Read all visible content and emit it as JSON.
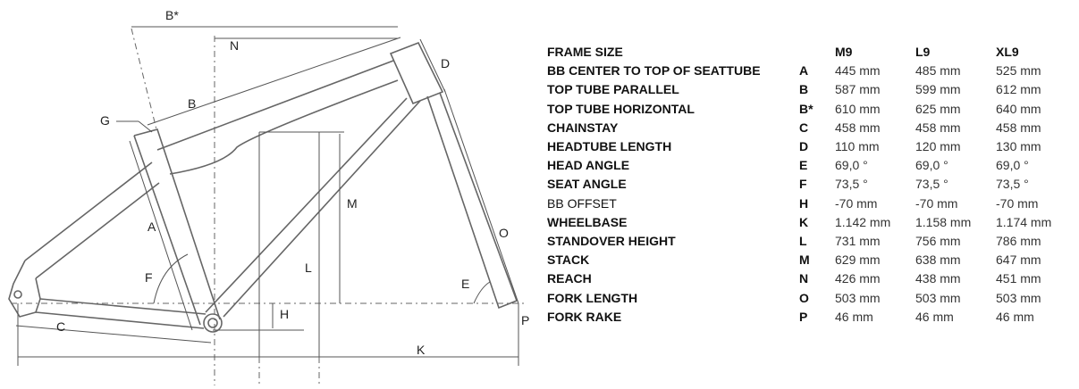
{
  "diagram": {
    "labels": {
      "b_star": "B*",
      "n": "N",
      "d": "D",
      "b": "B",
      "g": "G",
      "m": "M",
      "a": "A",
      "l": "L",
      "o": "O",
      "f": "F",
      "e": "E",
      "h": "H",
      "p": "P",
      "c": "C",
      "k": "K"
    }
  },
  "table": {
    "header": {
      "name": "FRAME SIZE",
      "letter": "",
      "sizes": [
        "M9",
        "L9",
        "XL9"
      ]
    },
    "rows": [
      {
        "name": "BB CENTER TO TOP OF SEATTUBE",
        "letter": "A",
        "values": [
          "445 mm",
          "485 mm",
          "525 mm"
        ]
      },
      {
        "name": "TOP TUBE PARALLEL",
        "letter": "B",
        "values": [
          "587 mm",
          "599 mm",
          "612 mm"
        ]
      },
      {
        "name": "TOP TUBE HORIZONTAL",
        "letter": "B*",
        "values": [
          "610 mm",
          "625 mm",
          "640 mm"
        ]
      },
      {
        "name": "CHAINSTAY",
        "letter": "C",
        "values": [
          "458 mm",
          "458 mm",
          "458 mm"
        ]
      },
      {
        "name": "HEADTUBE LENGTH",
        "letter": "D",
        "values": [
          "110 mm",
          "120 mm",
          "130 mm"
        ]
      },
      {
        "name": "HEAD ANGLE",
        "letter": "E",
        "values": [
          "69,0 °",
          "69,0 °",
          "69,0 °"
        ]
      },
      {
        "name": "SEAT ANGLE",
        "letter": "F",
        "values": [
          "73,5 °",
          "73,5 °",
          "73,5 °"
        ]
      },
      {
        "name": "BB OFFSET",
        "letter": "H",
        "values": [
          "-70 mm",
          "-70 mm",
          "-70 mm"
        ]
      },
      {
        "name": "WHEELBASE",
        "letter": "K",
        "values": [
          "1.142 mm",
          "1.158 mm",
          "1.174 mm"
        ]
      },
      {
        "name": "STANDOVER HEIGHT",
        "letter": "L",
        "values": [
          "731 mm",
          "756 mm",
          "786 mm"
        ]
      },
      {
        "name": "STACK",
        "letter": "M",
        "values": [
          "629 mm",
          "638 mm",
          "647 mm"
        ]
      },
      {
        "name": "REACH",
        "letter": "N",
        "values": [
          "426 mm",
          "438 mm",
          "451 mm"
        ]
      },
      {
        "name": "FORK LENGTH",
        "letter": "O",
        "values": [
          "503 mm",
          "503 mm",
          "503 mm"
        ]
      },
      {
        "name": "FORK RAKE",
        "letter": "P",
        "values": [
          "46 mm",
          "46 mm",
          "46 mm"
        ]
      }
    ]
  }
}
